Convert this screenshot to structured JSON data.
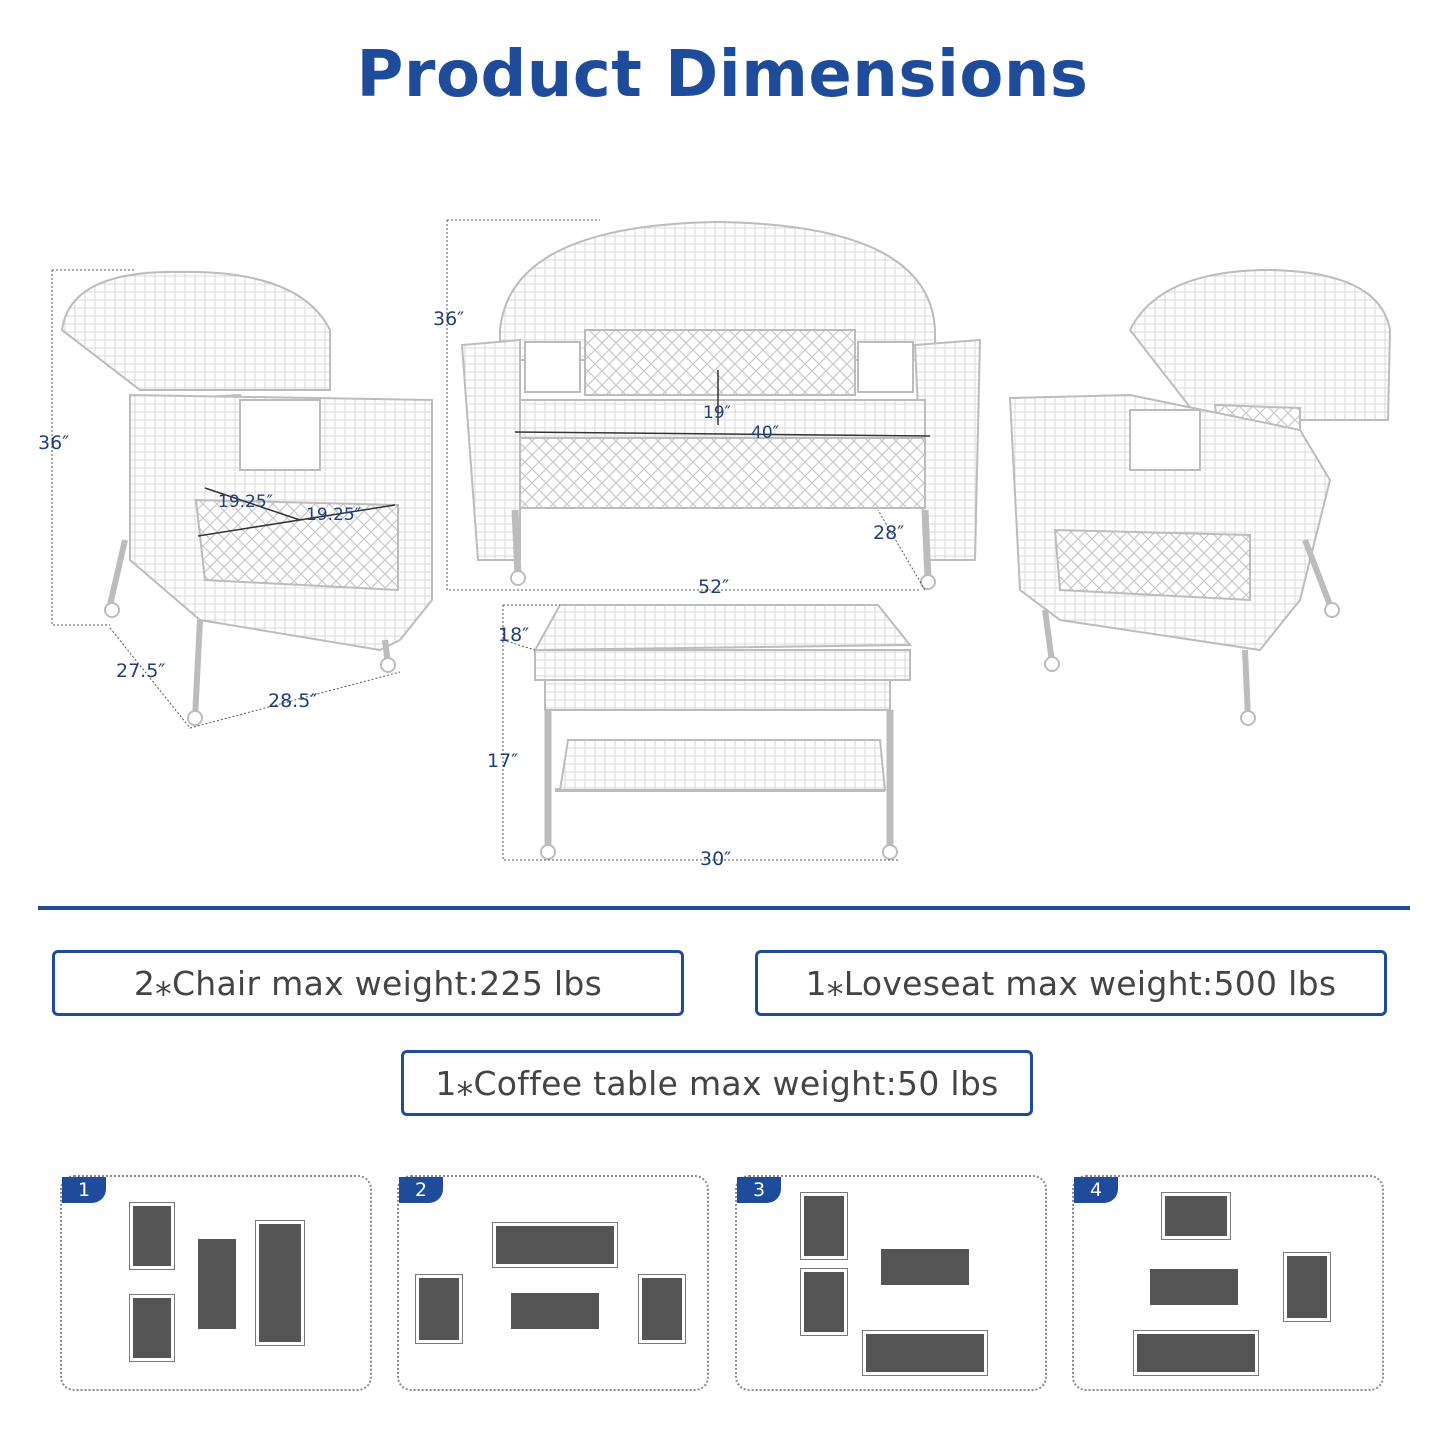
{
  "title": "Product Dimensions",
  "chair": {
    "height": "36″",
    "seat_depth": "19.25″",
    "seat_width": "19.25″",
    "depth": "27.5″",
    "width": "28.5″"
  },
  "loveseat": {
    "height": "36″",
    "seat_height": "19″",
    "seat_width": "40″",
    "depth": "28″",
    "width": "52″"
  },
  "coffee_table": {
    "depth": "18″",
    "height": "17″",
    "width": "30″"
  },
  "weights": {
    "chair": "2⁎Chair max weight:225 lbs",
    "loveseat": "1⁎Loveseat max weight:500 lbs",
    "coffee_table": "1⁎Coffee table max weight:50 lbs"
  },
  "layouts": [
    {
      "number": "1"
    },
    {
      "number": "2"
    },
    {
      "number": "3"
    },
    {
      "number": "4"
    }
  ],
  "colors": {
    "accent": "#1f4c9a",
    "text": "#444444",
    "cushion": "#555555"
  }
}
